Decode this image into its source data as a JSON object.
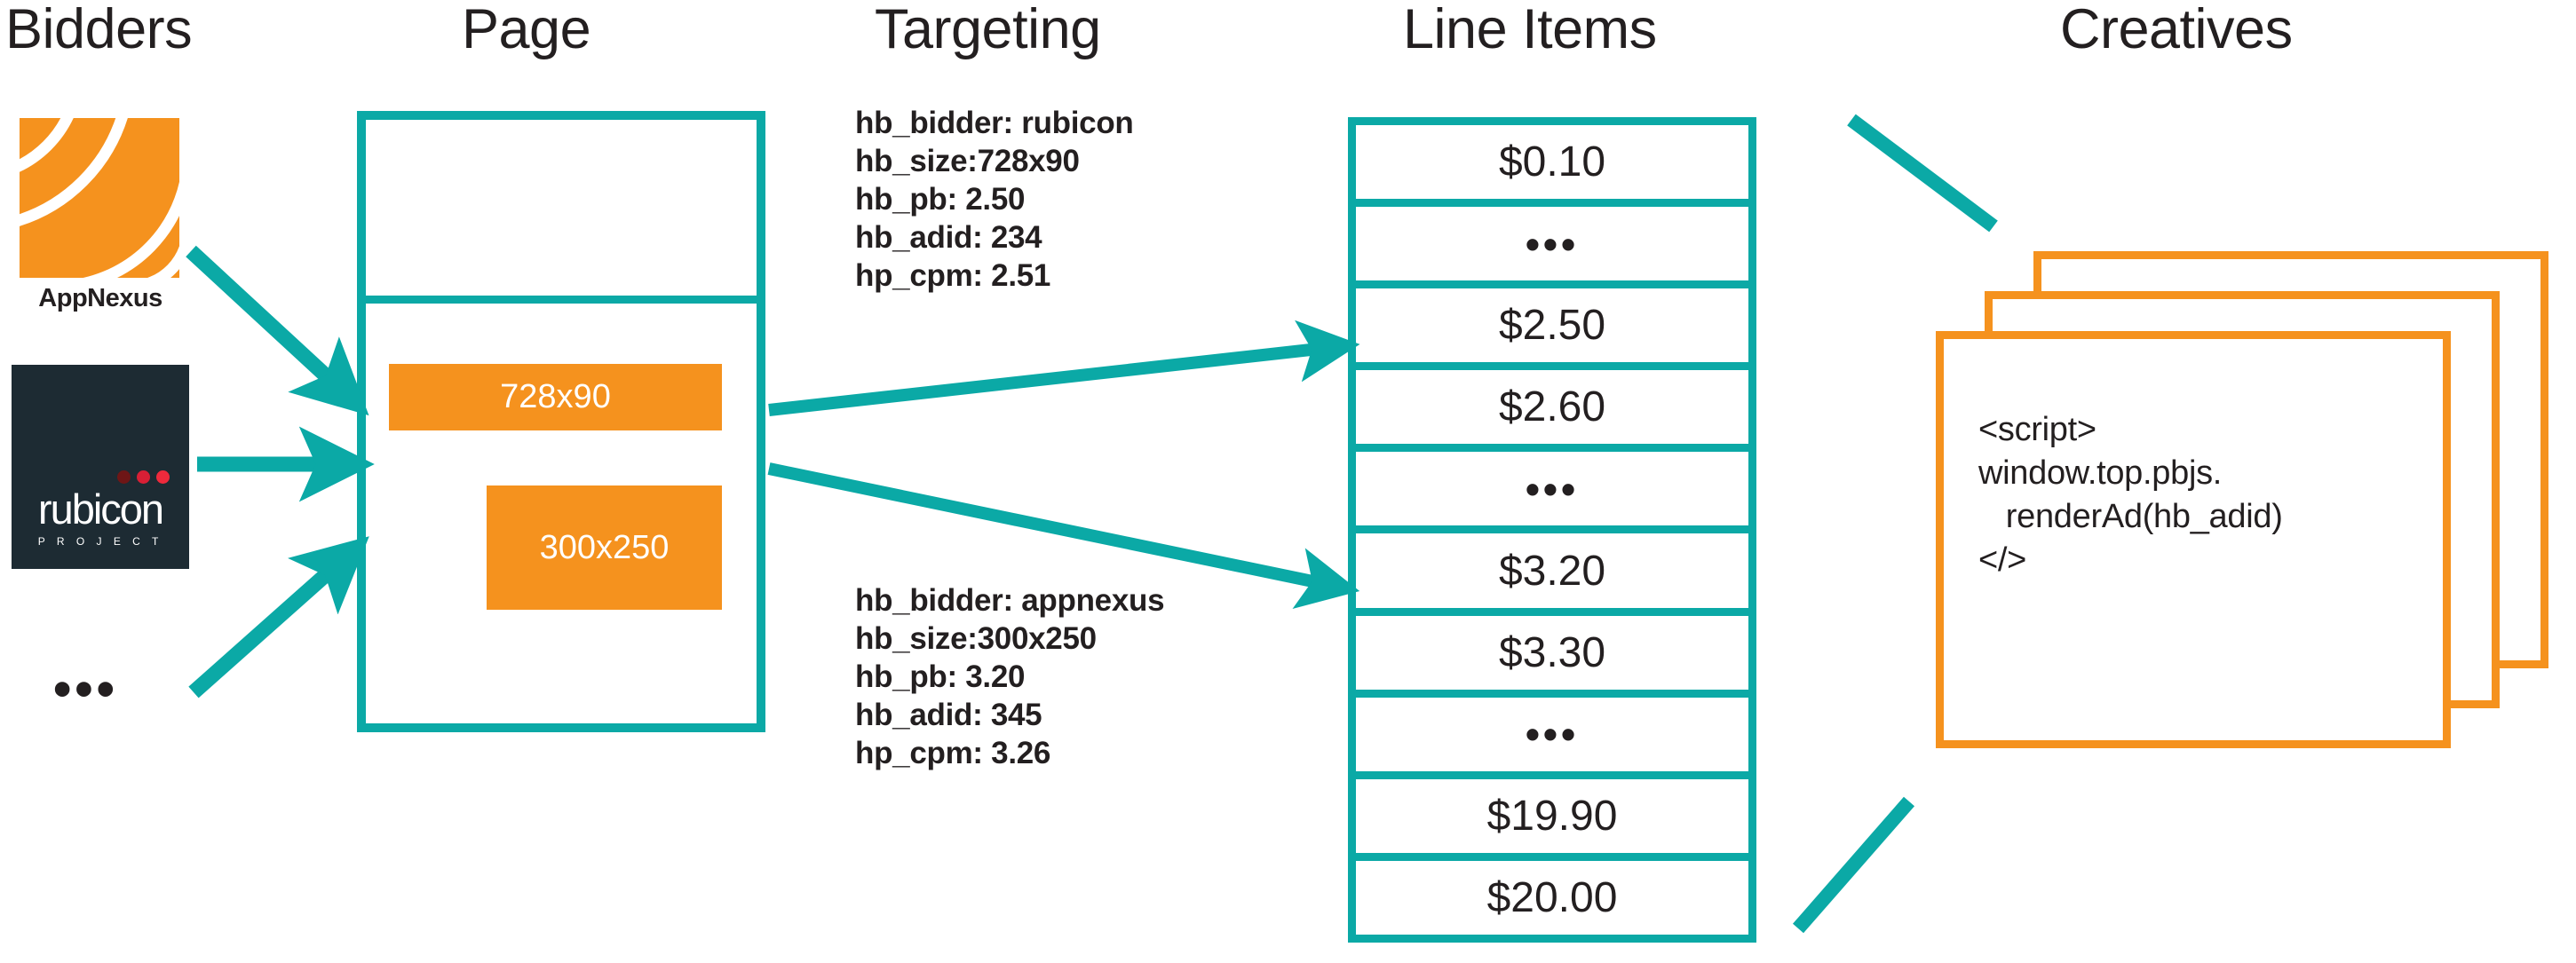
{
  "headers": {
    "bidders": "Bidders",
    "page": "Page",
    "targeting": "Targeting",
    "line_items": "Line Items",
    "creatives": "Creatives"
  },
  "colors": {
    "teal": "#0ba9a6",
    "orange": "#f5921e",
    "dark": "#231f20",
    "rubicon_navy": "#1d2b33",
    "rubicon_dot_1": "#6e1616",
    "rubicon_dot_2": "#d81f35",
    "rubicon_dot_3": "#ee2a3c",
    "white": "#ffffff"
  },
  "bidders": {
    "items": [
      {
        "name": "appnexus",
        "label": "AppNexus",
        "logo_icon": "appnexus-logo-icon"
      },
      {
        "name": "rubicon",
        "label": "rubicon",
        "sublabel": "P R O J E C T",
        "logo_icon": "rubicon-project-logo-icon"
      }
    ],
    "more_indicator": "•••"
  },
  "page": {
    "slots": [
      {
        "id": "slot-728x90",
        "label": "728x90"
      },
      {
        "id": "slot-300x250",
        "label": "300x250"
      }
    ]
  },
  "targeting": {
    "top": {
      "lines": [
        "hb_bidder: rubicon",
        "hb_size:728x90",
        "hb_pb: 2.50",
        "hb_adid: 234",
        "hp_cpm: 2.51"
      ],
      "text": "hb_bidder: rubicon\nhb_size:728x90\nhb_pb: 2.50\nhb_adid: 234\nhp_cpm: 2.51",
      "hb_bidder": "rubicon",
      "hb_size": "728x90",
      "hb_pb": "2.50",
      "hb_adid": "234",
      "hp_cpm": "2.51"
    },
    "bottom": {
      "lines": [
        "hb_bidder: appnexus",
        "hb_size:300x250",
        "hb_pb: 3.20",
        "hb_adid: 345",
        "hp_cpm: 3.26"
      ],
      "text": "hb_bidder: appnexus\nhb_size:300x250\nhb_pb: 3.20\nhb_adid: 345\nhp_cpm: 3.26",
      "hb_bidder": "appnexus",
      "hb_size": "300x250",
      "hb_pb": "3.20",
      "hb_adid": "345",
      "hp_cpm": "3.26"
    }
  },
  "line_items": {
    "rows": [
      {
        "label": "$0.10",
        "kind": "price"
      },
      {
        "label": "•••",
        "kind": "ellipsis"
      },
      {
        "label": "$2.50",
        "kind": "price"
      },
      {
        "label": "$2.60",
        "kind": "price"
      },
      {
        "label": "•••",
        "kind": "ellipsis"
      },
      {
        "label": "$3.20",
        "kind": "price"
      },
      {
        "label": "$3.30",
        "kind": "price"
      },
      {
        "label": "•••",
        "kind": "ellipsis"
      },
      {
        "label": "$19.90",
        "kind": "price"
      },
      {
        "label": "$20.00",
        "kind": "price"
      }
    ]
  },
  "creatives": {
    "card_count": 3,
    "code": "<script>\nwindow.top.pbjs.\n   renderAd(hb_adid)\n</>",
    "code_lines": [
      "<script>",
      "window.top.pbjs.",
      "   renderAd(hb_adid)",
      "</>"
    ]
  }
}
